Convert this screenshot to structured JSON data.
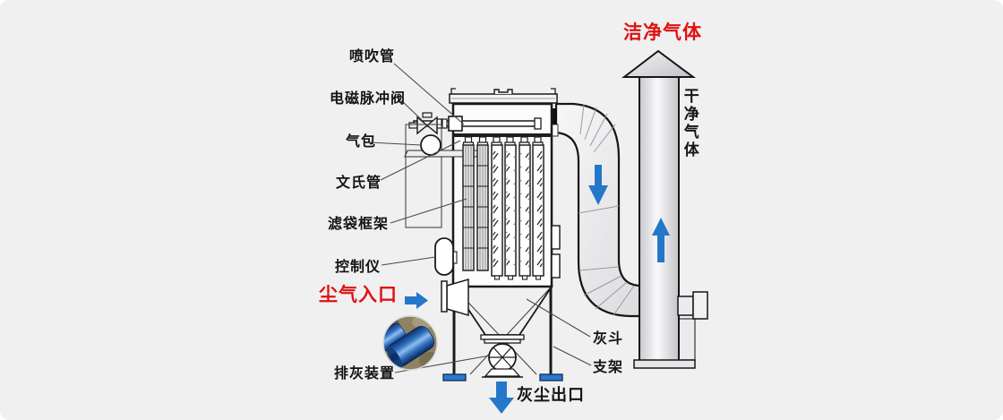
{
  "diagram": {
    "type": "pulse-jet-baghouse-dust-collector-schematic",
    "labels": {
      "blow_pipe": "喷吹管",
      "pulse_valve": "电磁脉冲阀",
      "air_bag": "气包",
      "venturi": "文氏管",
      "filter_bag_cage": "滤袋框架",
      "controller": "控制仪",
      "dusty_gas_inlet": "尘气入口",
      "ash_discharge_device": "排灰装置",
      "dust_outlet": "灰尘出口",
      "ash_hopper": "灰斗",
      "support_frame": "支架",
      "clean_gas": "洁净气体",
      "clean_gas_stack": "干净气体"
    },
    "colors": {
      "highlight_red": "#DF1111",
      "flow_arrow_blue": "#2577C9",
      "support_foot_blue": "#2B76CF",
      "line_black": "#1A1A1A",
      "background_gray": "#F0F0F1"
    }
  }
}
